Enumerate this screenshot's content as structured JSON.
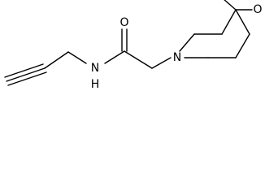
{
  "molecule": {
    "atoms": {
      "ketone_o": "O",
      "amide_o": "O",
      "ring_n": "N",
      "amide_nh": "N",
      "amide_h": "H"
    }
  }
}
